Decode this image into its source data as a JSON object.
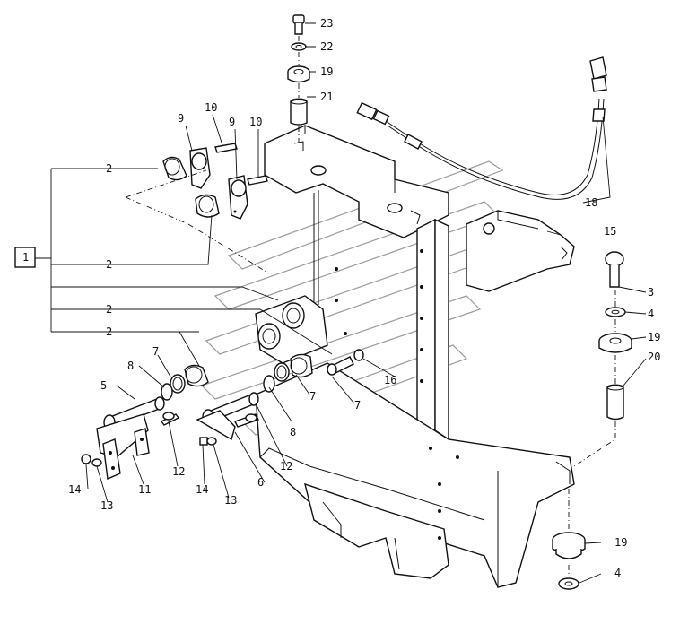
{
  "diagram": {
    "reference_box_label": "1",
    "callouts": [
      {
        "id": "c23a",
        "text": "23"
      },
      {
        "id": "c22",
        "text": "22"
      },
      {
        "id": "c19a",
        "text": "19"
      },
      {
        "id": "c21",
        "text": "21"
      },
      {
        "id": "c9a",
        "text": "9"
      },
      {
        "id": "c10a",
        "text": "10"
      },
      {
        "id": "c9b",
        "text": "9"
      },
      {
        "id": "c10b",
        "text": "10"
      },
      {
        "id": "c2a",
        "text": "2"
      },
      {
        "id": "c2b",
        "text": "2"
      },
      {
        "id": "c2c",
        "text": "2"
      },
      {
        "id": "c2d",
        "text": "2"
      },
      {
        "id": "c18",
        "text": "18"
      },
      {
        "id": "c15",
        "text": "15"
      },
      {
        "id": "c3",
        "text": "3"
      },
      {
        "id": "c4a",
        "text": "4"
      },
      {
        "id": "c19b",
        "text": "19"
      },
      {
        "id": "c20",
        "text": "20"
      },
      {
        "id": "c16",
        "text": "16"
      },
      {
        "id": "c7a",
        "text": "7"
      },
      {
        "id": "c7b",
        "text": "7"
      },
      {
        "id": "c7c",
        "text": "7"
      },
      {
        "id": "c8a",
        "text": "8"
      },
      {
        "id": "c8b",
        "text": "8"
      },
      {
        "id": "c5",
        "text": "5"
      },
      {
        "id": "c12a",
        "text": "12"
      },
      {
        "id": "c12b",
        "text": "12"
      },
      {
        "id": "c6",
        "text": "6"
      },
      {
        "id": "c11",
        "text": "11"
      },
      {
        "id": "c14a",
        "text": "14"
      },
      {
        "id": "c13a",
        "text": "13"
      },
      {
        "id": "c14b",
        "text": "14"
      },
      {
        "id": "c13b",
        "text": "13"
      },
      {
        "id": "c19c",
        "text": "19"
      },
      {
        "id": "c4b",
        "text": "4"
      }
    ]
  }
}
